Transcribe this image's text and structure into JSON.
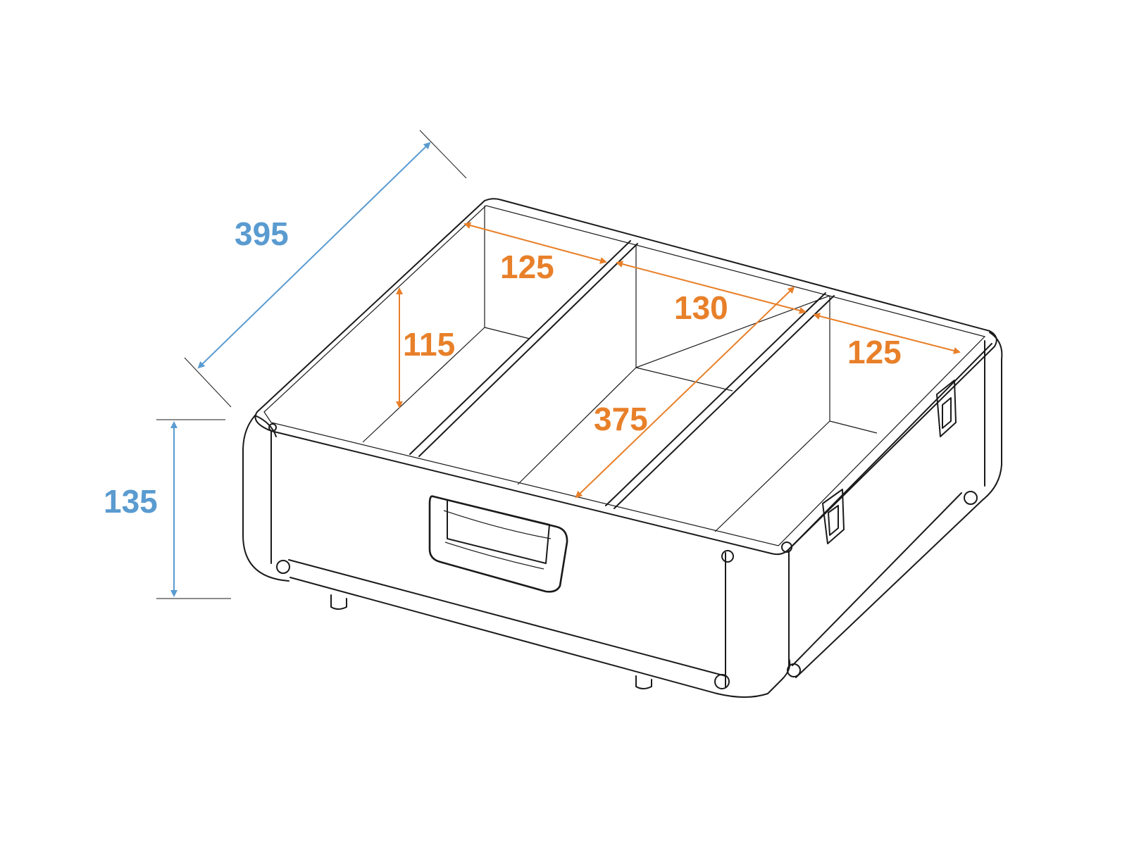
{
  "dimensions": {
    "depth": "395",
    "height": "135",
    "compartment_left_width": "125",
    "compartment_middle_width": "130",
    "compartment_right_width": "125",
    "inner_height": "115",
    "inner_length": "375"
  },
  "colors": {
    "outer_dimension": "#5a9bd0",
    "inner_dimension": "#e8802a",
    "outline": "#1a1a1a"
  }
}
